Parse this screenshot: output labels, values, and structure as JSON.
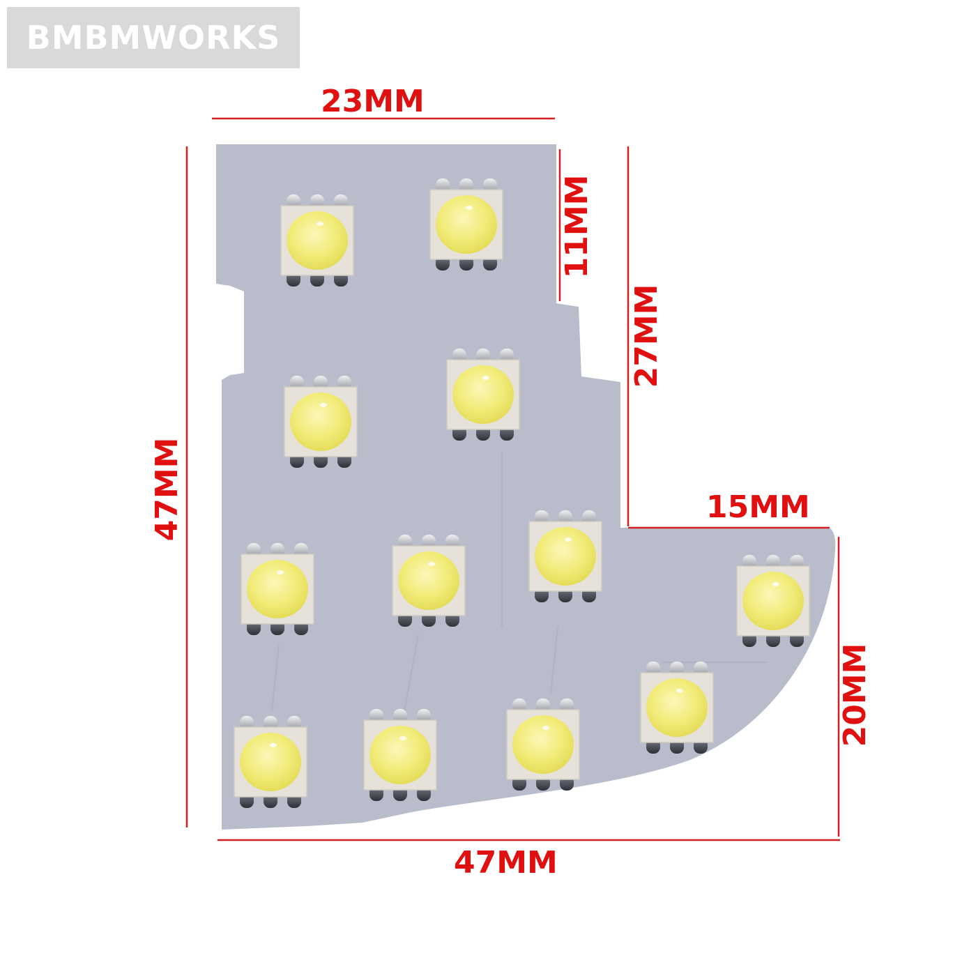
{
  "watermark": {
    "text": "BMBMWORKS"
  },
  "colors": {
    "board": "#b8bccb",
    "dimension": "#e01010",
    "led_body": "#e6e2da",
    "led_lens": "#f2ec7a",
    "watermark_bg": "#d9d9d9"
  },
  "product": {
    "description": "L-shaped LED PCB panel with 12 SMD 5050 LEDs",
    "led_count": 12
  },
  "dimensions": {
    "top_width": "23MM",
    "top_step_height": "11MM",
    "upper_section_height": "27MM",
    "overall_height": "47MM",
    "step_width": "15MM",
    "lower_right_height": "20MM",
    "overall_width": "47MM"
  }
}
